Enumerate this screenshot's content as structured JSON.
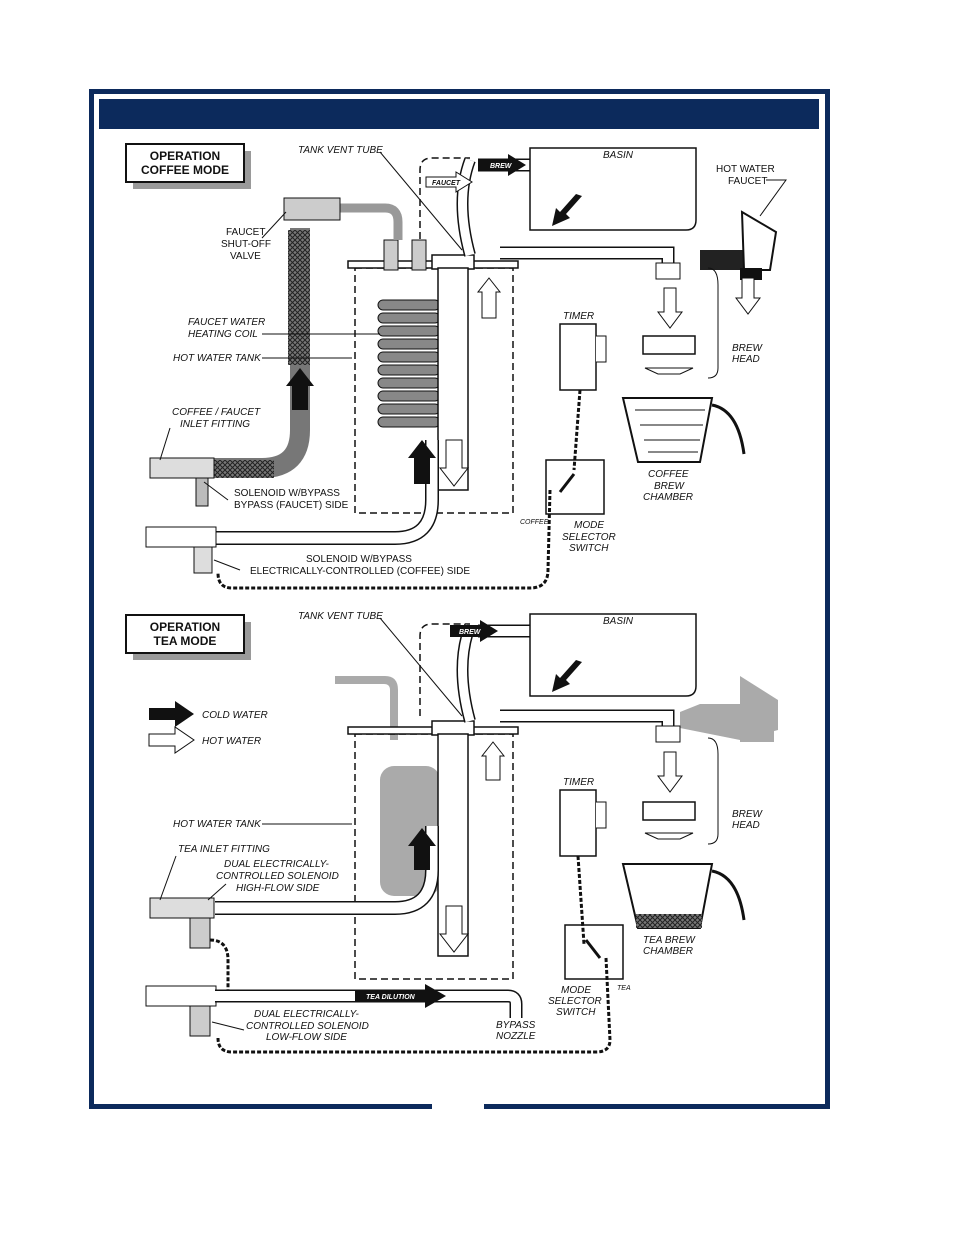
{
  "colors": {
    "frame": "#0c2a5c",
    "grey": "#9a9a9a",
    "dark": "#111111"
  },
  "coffee": {
    "title_line1": "OPERATION",
    "title_line2": "COFFEE MODE",
    "tank_vent_tube": "TANK VENT TUBE",
    "basin": "BASIN",
    "hot_water_faucet_1": "HOT WATER",
    "hot_water_faucet_2": "FAUCET",
    "faucet_shutoff_1": "FAUCET",
    "faucet_shutoff_2": "SHUT-OFF",
    "faucet_shutoff_3": "VALVE",
    "heating_coil_1": "FAUCET WATER",
    "heating_coil_2": "HEATING COIL",
    "hot_water_tank": "HOT WATER TANK",
    "timer": "TIMER",
    "brew_head_1": "BREW",
    "brew_head_2": "HEAD",
    "inlet_1": "COFFEE / FAUCET",
    "inlet_2": "INLET FITTING",
    "chamber_1": "COFFEE",
    "chamber_2": "BREW",
    "chamber_3": "CHAMBER",
    "solenoid_faucet_1": "SOLENOID W/BYPASS",
    "solenoid_faucet_2": "BYPASS (FAUCET) SIDE",
    "coffee_switch": "COFFEE",
    "mode_1": "MODE",
    "mode_2": "SELECTOR",
    "mode_3": "SWITCH",
    "solenoid_coffee_1": "SOLENOID W/BYPASS",
    "solenoid_coffee_2": "ELECTRICALLY-CONTROLLED (COFFEE) SIDE",
    "brew_arrow": "BREW",
    "faucet_arrow": "FAUCET"
  },
  "tea": {
    "title_line1": "OPERATION",
    "title_line2": "TEA MODE",
    "tank_vent_tube": "TANK VENT TUBE",
    "basin": "BASIN",
    "legend_cold": "COLD WATER",
    "legend_hot": "HOT WATER",
    "timer": "TIMER",
    "brew_head_1": "BREW",
    "brew_head_2": "HEAD",
    "hot_water_tank": "HOT WATER TANK",
    "inlet": "TEA INLET FITTING",
    "dual_high_1": "DUAL ELECTRICALLY-",
    "dual_high_2": "CONTROLLED SOLENOID",
    "dual_high_3": "HIGH-FLOW SIDE",
    "chamber_1": "TEA BREW",
    "chamber_2": "CHAMBER",
    "tea_dilution": "TEA DILUTION",
    "mode_1": "MODE",
    "mode_2": "SELECTOR",
    "mode_3": "SWITCH",
    "tea_switch": "TEA",
    "dual_low_1": "DUAL ELECTRICALLY-",
    "dual_low_2": "CONTROLLED SOLENOID",
    "dual_low_3": "LOW-FLOW SIDE",
    "bypass_1": "BYPASS",
    "bypass_2": "NOZZLE",
    "brew_arrow": "BREW"
  }
}
